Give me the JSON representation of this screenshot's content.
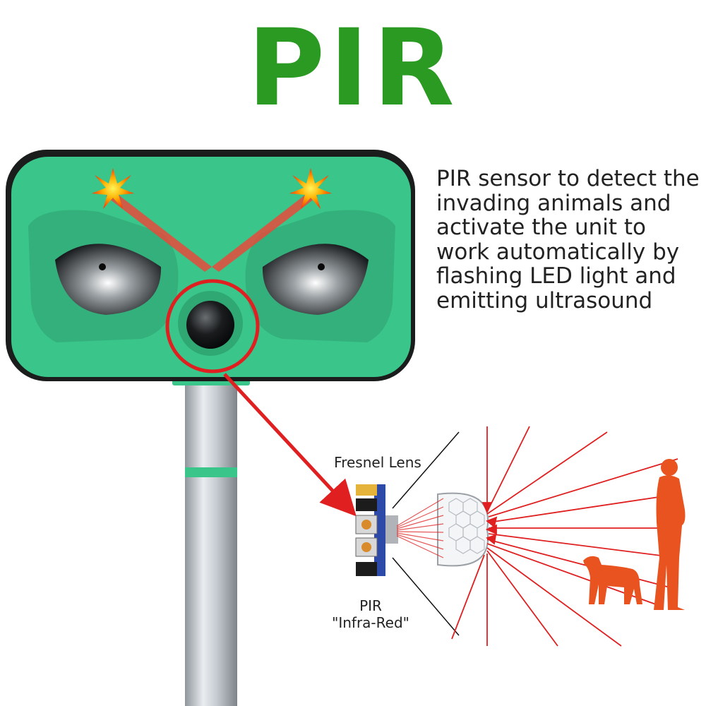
{
  "title": "PIR",
  "colors": {
    "title": "#2a9a22",
    "device_body": "#3ac58a",
    "device_frame": "#1a1d1c",
    "accent_red": "#e02020",
    "figure_orange": "#e8531f"
  },
  "description_lines": [
    "PIR sensor to detect the",
    "invading animals and",
    "activate the unit to",
    "work automatically by",
    "flashing LED light and",
    "emitting ultrasound"
  ],
  "diagram": {
    "lens_label": "Fresnel Lens",
    "sensor_label_line1": "PIR",
    "sensor_label_line2": "\"Infra-Red\""
  }
}
